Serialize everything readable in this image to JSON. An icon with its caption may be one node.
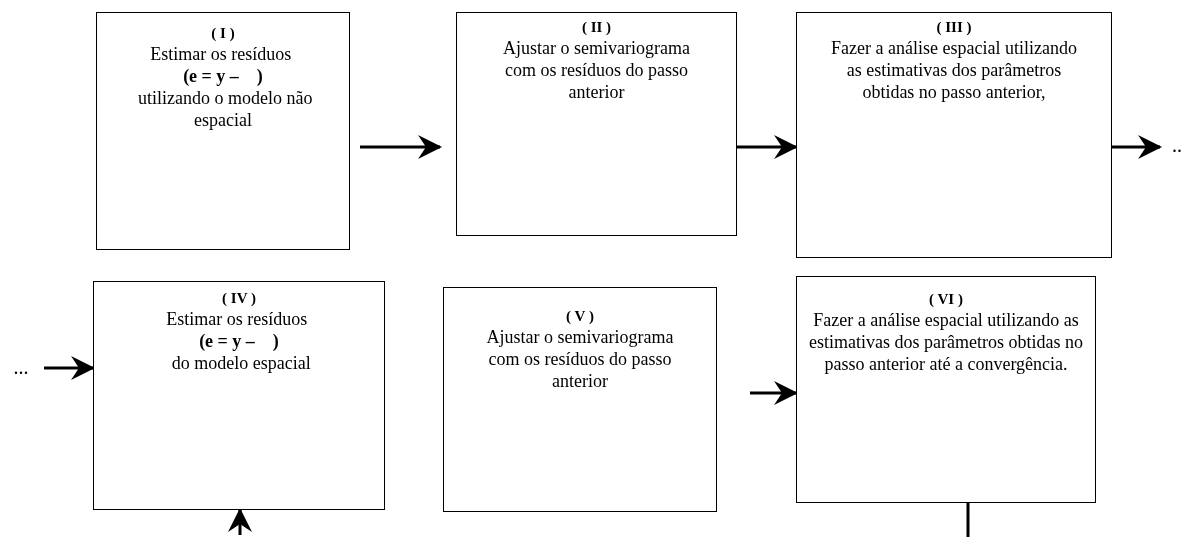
{
  "diagram": {
    "nodes": [
      {
        "text": [
          "( I )",
          "Estimar os resíduos **(e = y –    )** utilizando o modelo não espacial"
        ]
      },
      {
        "text": [
          "( II )",
          "Ajustar o semivariograma com os resíduos do passo anterior"
        ]
      },
      {
        "text": [
          "( III )",
          "Fazer a análise espacial utilizando as estimativas dos parâmetros obtidas no passo anterior,"
        ]
      },
      {
        "text": [
          "( IV )",
          "Estimar os resíduos **(e = y –    )** do modelo espacial"
        ]
      },
      {
        "text": [
          "( V )",
          "Ajustar o semivariograma com os resíduos do passo anterior"
        ]
      },
      {
        "text": [
          "( VI )",
          "Fazer a análise espacial utilizando as estimativas dos parâmetros obtidas no passo anterior até a convergência."
        ]
      },
      {
        "text": [
          ".."
        ]
      },
      {
        "text": [
          "..."
        ]
      }
    ],
    "edges": [
      {
        "from": 0,
        "to": 1,
        "arrow": "to"
      },
      {
        "from": 1,
        "to": 2,
        "arrow": "to"
      },
      {
        "from": 2,
        "to": 6,
        "arrow": "to"
      },
      {
        "from": 7,
        "to": 3,
        "arrow": "to"
      },
      {
        "from": 4,
        "to": 5,
        "arrow": "to"
      },
      {
        "from": null,
        "to": 3,
        "arrow": "to"
      },
      {
        "from": 5,
        "to": null,
        "arrow": "none"
      }
    ]
  }
}
